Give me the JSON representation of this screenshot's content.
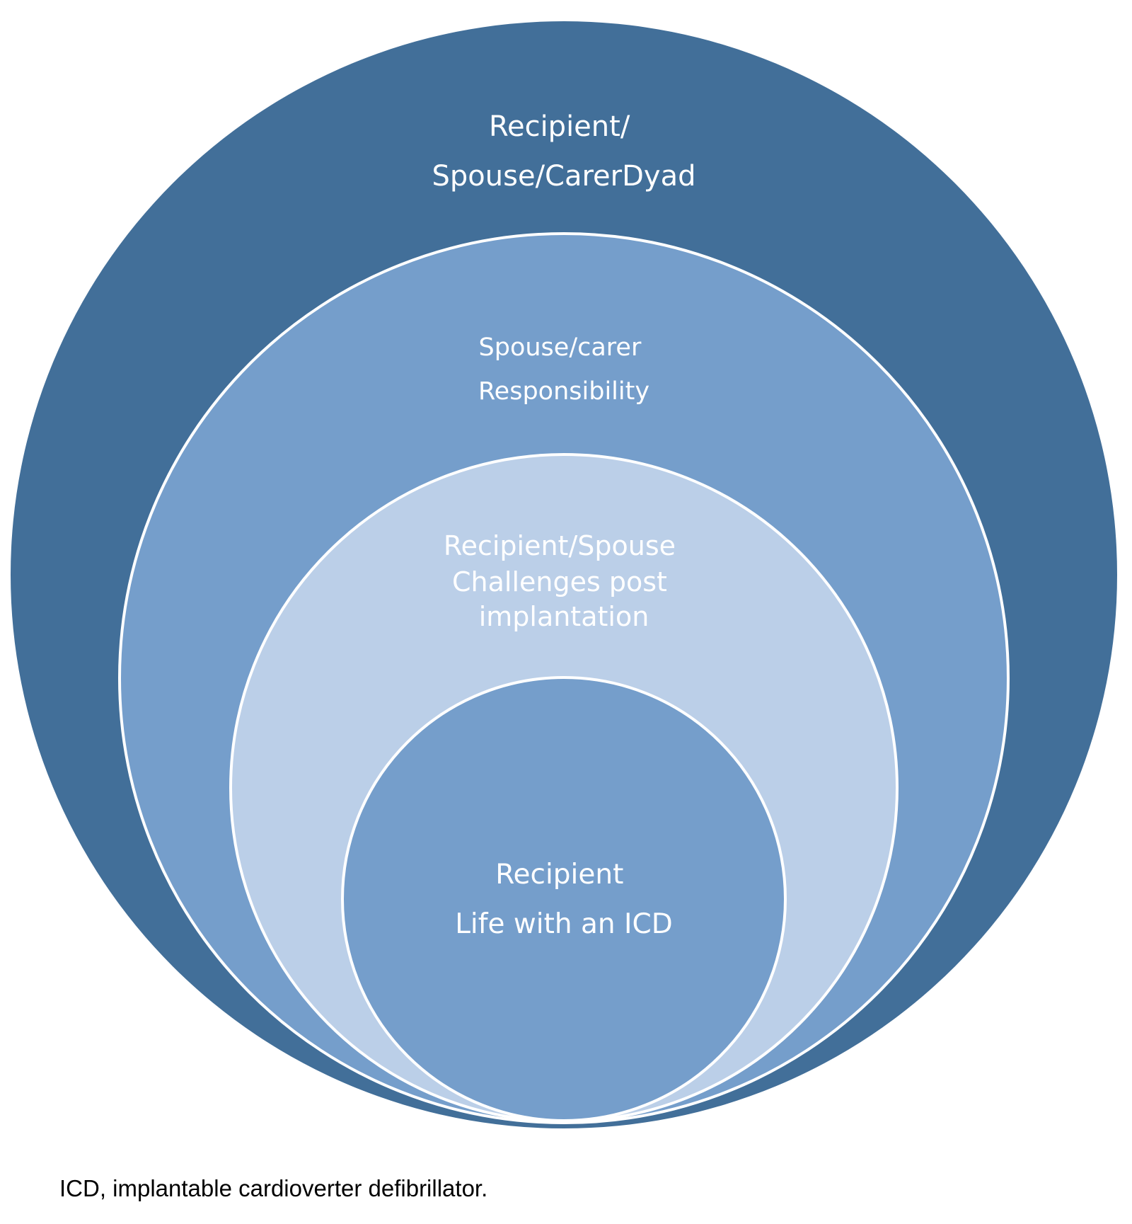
{
  "diagram": {
    "circles": [
      {
        "id": "outer",
        "lines": [
          "Recipient/",
          "Spouse/CarerDyad"
        ],
        "fill": "#426F99"
      },
      {
        "id": "second",
        "lines": [
          "Spouse/carer",
          "Responsibility"
        ],
        "fill": "#759ECB"
      },
      {
        "id": "third",
        "lines": [
          "Recipient/Spouse",
          "Challenges post",
          "implantation"
        ],
        "fill": "#BBCFE8"
      },
      {
        "id": "inner",
        "lines": [
          "Recipient",
          "Life with an ICD"
        ],
        "fill": "#759ECB"
      }
    ],
    "outline_color": "#FFFFFF"
  },
  "caption": "ICD, implantable cardioverter defibrillator."
}
